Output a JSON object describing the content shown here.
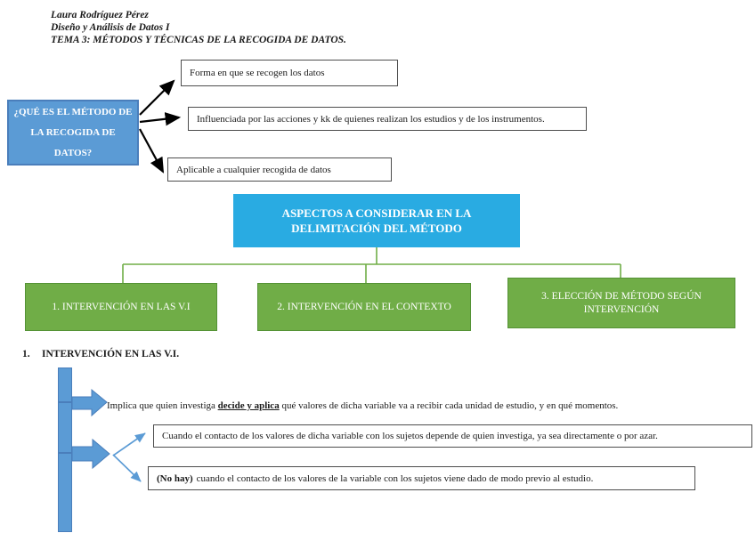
{
  "colors": {
    "blue": "#5b9bd5",
    "blue-border": "#4a7ebb",
    "cyan": "#29abe2",
    "green": "#70ad47",
    "green-border": "#549235",
    "box-border": "#4d4d4d",
    "ink": "#1a1a1a"
  },
  "header": {
    "line1": "Laura Rodríguez Pérez",
    "line2": "Diseño y Análisis de Datos I",
    "line3": "TEMA 3: MÉTODOS Y TÉCNICAS DE LA RECOGIDA DE DATOS."
  },
  "question_map": {
    "question": "¿QUÉ ES EL MÉTODO DE LA RECOGIDA DE DATOS?",
    "answers": [
      "Forma en que se recogen los datos",
      "Influenciada por las acciones y kk de quienes realizan los estudios y de los instrumentos.",
      "Aplicable a cualquier recogida de datos"
    ]
  },
  "aspects_map": {
    "title": "ASPECTOS A CONSIDERAR EN LA DELIMITACIÓN DEL MÉTODO",
    "branches": [
      "1. INTERVENCIÓN EN LAS V.I",
      "2. INTERVENCIÓN EN EL CONTEXTO",
      "3. ELECCIÓN DE MÉTODO SEGÚN INTERVENCIÓN"
    ]
  },
  "section1": {
    "heading_number": "1.",
    "heading_text": "INTERVENCIÓN EN LAS V.I.",
    "implica_prefix": "Implica que quien investiga ",
    "implica_bold": "decide y aplica",
    "implica_suffix": " qué valores de dicha variable va a recibir cada unidad de estudio, y en qué momentos.",
    "cuando_box": "Cuando el contacto de los valores de dicha variable con los sujetos depende de quien investiga, ya sea directamente o por azar.",
    "nohay_bold": "(No hay)",
    "nohay_text": "cuando el contacto de los valores de la variable con los sujetos viene dado de modo previo al estudio."
  }
}
